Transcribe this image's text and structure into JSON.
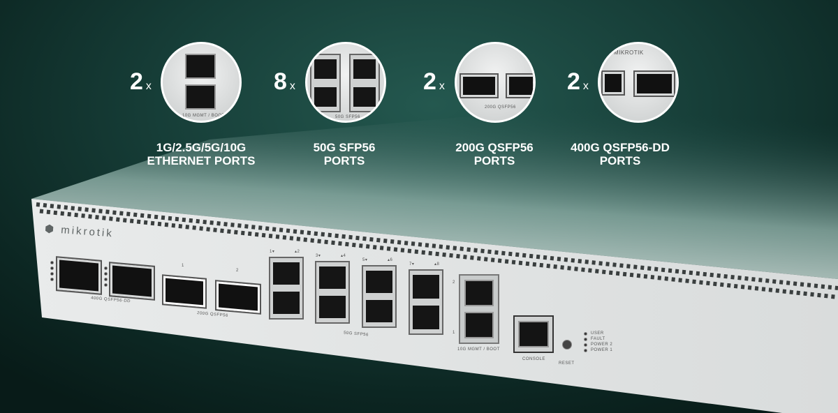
{
  "callouts": [
    {
      "count": "2",
      "times": "x",
      "line1": "1G/2.5G/5G/10G",
      "line2": "ETHERNET PORTS",
      "thumb_text": "10G MGMT / BOOT"
    },
    {
      "count": "8",
      "times": "x",
      "line1": "50G SFP56",
      "line2": "PORTS",
      "thumb_text": "50G SFP56"
    },
    {
      "count": "2",
      "times": "x",
      "line1": "200G QSFP56",
      "line2": "PORTS",
      "thumb_text": "200G QSFP56"
    },
    {
      "count": "2",
      "times": "x",
      "line1": "400G QSFP56-DD",
      "line2": "PORTS",
      "thumb_text": "MIKROTIK"
    }
  ],
  "device": {
    "brand": "mikrotik",
    "qsfpdd_label": "400G QSFP56-DD",
    "qsfp_label": "200G QSFP56",
    "qsfp_ports": [
      "1",
      "2"
    ],
    "sfp_label": "50G SFP56",
    "sfp_numbers": [
      "1▾",
      "▴2",
      "3▾",
      "▴4",
      "5▾",
      "▴6",
      "7▾",
      "▴8"
    ],
    "mgmt_label": "10G MGMT / BOOT",
    "mgmt_ports": [
      "2",
      "1"
    ],
    "console_label": "CONSOLE",
    "reset_label": "RESET",
    "leds": [
      "USER",
      "FAULT",
      "POWER 2",
      "POWER 1"
    ]
  },
  "colors": {
    "background": "#163d37",
    "chassis": "#e4e6e6",
    "text": "#ffffff"
  }
}
